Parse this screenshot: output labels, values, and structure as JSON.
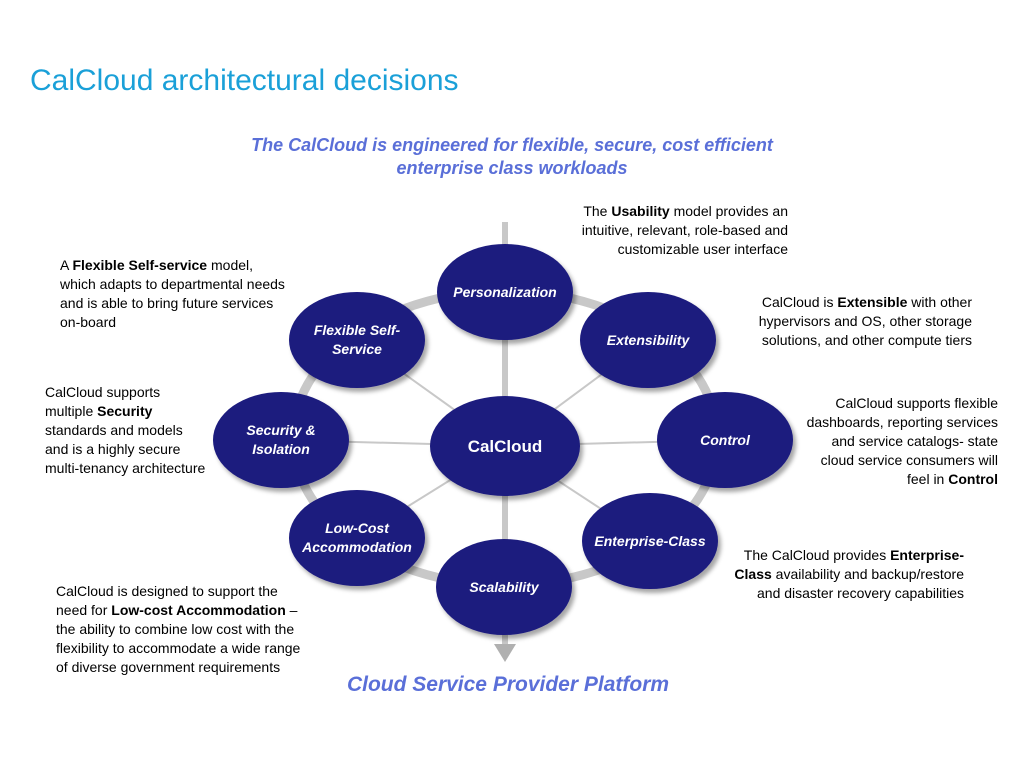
{
  "title": "CalCloud architectural decisions",
  "subtitle": "The CalCloud is engineered for flexible, secure, cost efficient enterprise class workloads",
  "footer": "Cloud Service Provider Platform",
  "colors": {
    "node_fill": "#1c1a7e",
    "ring": "#c8c8c8",
    "spoke": "#c8c8c8",
    "title": "#1aa0d8",
    "subtitle": "#5a6fd8"
  },
  "center_node": "CalCloud",
  "nodes": [
    {
      "id": "personalization",
      "label": "Personalization"
    },
    {
      "id": "extensibility",
      "label": "Extensibility"
    },
    {
      "id": "control",
      "label": "Control"
    },
    {
      "id": "enterprise-class",
      "label": "Enterprise-Class"
    },
    {
      "id": "scalability",
      "label": "Scalability"
    },
    {
      "id": "low-cost-accommodation",
      "label": "Low-Cost Accommodation"
    },
    {
      "id": "security-isolation",
      "label": "Security & Isolation"
    },
    {
      "id": "flexible-self-service",
      "label": "Flexible Self-Service"
    }
  ],
  "descriptions": {
    "usability": {
      "pre": "The ",
      "bold": "Usability",
      "post": " model provides an intuitive, relevant, role-based and customizable user interface"
    },
    "flexible": {
      "pre": "A ",
      "bold": "Flexible Self-service",
      "post": " model, which adapts to departmental needs and is able to bring future services on-board"
    },
    "extensible": {
      "pre": "CalCloud is ",
      "bold": "Extensible",
      "post": " with other hypervisors and OS, other storage solutions, and other compute tiers"
    },
    "security": {
      "pre": "CalCloud supports multiple ",
      "bold": "Security",
      "post": " standards and models and is a highly secure multi-tenancy architecture"
    },
    "control": {
      "pre": "CalCloud supports flexible dashboards, reporting services and service catalogs- state cloud service consumers will feel in ",
      "bold": "Control",
      "post": ""
    },
    "enterprise": {
      "pre": "The CalCloud provides ",
      "bold": "Enterprise-Class",
      "post": " availability and backup/restore and disaster recovery capabilities"
    },
    "lowcost": {
      "pre": "CalCloud is designed to support the need for ",
      "bold": "Low-cost Accommodation",
      "post": " – the ability to combine low cost with the flexibility to accommodate a wide range of diverse government requirements"
    }
  }
}
